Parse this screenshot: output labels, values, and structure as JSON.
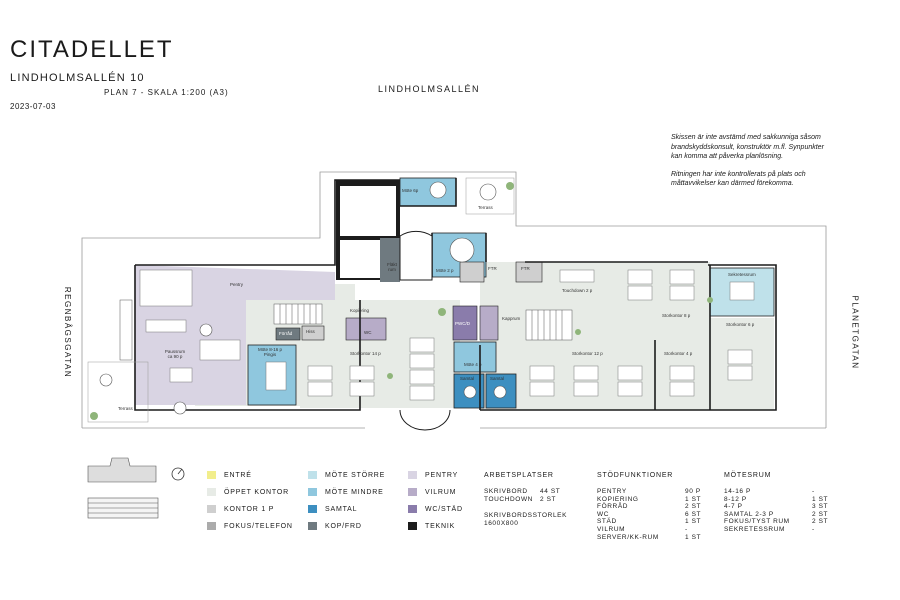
{
  "header": {
    "title": "CITADELLET",
    "subtitle": "LINDHOLMSALLÉN 10",
    "plan": "PLAN 7 - SKALA 1:200 (A3)",
    "date": "2023-07-03"
  },
  "streets": {
    "top": "LINDHOLMSALLÉN",
    "left": "REGNBÅGSGATAN",
    "right": "PLANETGATAN"
  },
  "note": {
    "p1": "Skissen är inte avstämd med sakkunniga såsom brandskyddskonsult, konstruktör m.fl. Synpunkter kan komma att påverka planlösning.",
    "p2": "Ritningen har inte kontrollerats på plats och måttavvikelser kan därmed förekomma."
  },
  "rooms": {
    "mote_top": "Möte 6p",
    "terrass_top": "Terrass",
    "fläkt": "Fläkt rum",
    "mote2": "Möte 2 p",
    "pentry": "Pentry",
    "touchdown": "Touchdown 2 p",
    "sekretess": "Sekretessrum",
    "storkontor8": "Storkontor 8 p",
    "storkontor12": "Storkontor 12 p",
    "storkontor4": "Storkontor 4 p",
    "storkontor6": "Storkontor 6 p",
    "storkontor14": "Storkontor 14 p",
    "paussrum": "Paussrum ca 90 p",
    "mote816": "Möte 8-16 p Pingis",
    "mote4": "Möte 4 p",
    "samtal1": "Samtal",
    "samtal2": "Samtal",
    "terrass_left": "Terrass",
    "kopiering": "Kopiering",
    "wc": "WC",
    "hiss": "Hiss",
    "forrad": "Förråd",
    "kapprum": "Kapprum",
    "ftr1": "FTR",
    "ftr2": "FTR",
    "pwc": "PWC/D"
  },
  "colors": {
    "entre": "#f2ee8c",
    "oppet_kontor": "#e7ebe6",
    "kontor_1p": "#cfcfcf",
    "fokus": "#ababab",
    "mote_storre": "#bfe1ea",
    "mote_mindre": "#8fc7de",
    "samtal": "#3d8fc0",
    "kop_frd": "#6f7a80",
    "pentry": "#d9d4e3",
    "vilrum": "#b7acc8",
    "wc_stad": "#8a7cab",
    "teknik": "#1c1c1c"
  },
  "legend": {
    "col1": [
      {
        "label": "ENTRÉ",
        "color": "#f2ee8c"
      },
      {
        "label": "ÖPPET KONTOR",
        "color": "#e7ebe6"
      },
      {
        "label": "KONTOR 1 P",
        "color": "#cfcfcf"
      },
      {
        "label": "FOKUS/TELEFON",
        "color": "#ababab"
      }
    ],
    "col2": [
      {
        "label": "MÖTE STÖRRE",
        "color": "#bfe1ea"
      },
      {
        "label": "MÖTE MINDRE",
        "color": "#8fc7de"
      },
      {
        "label": "SAMTAL",
        "color": "#3d8fc0"
      },
      {
        "label": "KOP/FRD",
        "color": "#6f7a80"
      }
    ],
    "col3": [
      {
        "label": "PENTRY",
        "color": "#d9d4e3"
      },
      {
        "label": "VILRUM",
        "color": "#b7acc8"
      },
      {
        "label": "WC/STÄD",
        "color": "#8a7cab"
      },
      {
        "label": "TEKNIK",
        "color": "#1c1c1c"
      }
    ]
  },
  "arbetsplatser": {
    "title": "ARBETSPLATSER",
    "rows": [
      {
        "k": "SKRIVBORD",
        "v": "44 ST"
      },
      {
        "k": "TOUCHDOWN",
        "v": "2 ST"
      }
    ],
    "size_label": "SKRIVBORDSSTORLEK",
    "size_value": "1600X800"
  },
  "stodfunktioner": {
    "title": "STÖDFUNKTIONER",
    "rows": [
      {
        "k": "PENTRY",
        "v": "90 P"
      },
      {
        "k": "KOPIERING",
        "v": "1 ST"
      },
      {
        "k": "FÖRRÅD",
        "v": "2 ST"
      },
      {
        "k": "WC",
        "v": "6 ST"
      },
      {
        "k": "STÄD",
        "v": "1 ST"
      },
      {
        "k": "VILRUM",
        "v": "-"
      },
      {
        "k": "SERVER/KK-RUM",
        "v": "1 ST"
      }
    ]
  },
  "motesrum": {
    "title": "MÖTESRUM",
    "rows": [
      {
        "k": "14-16 P",
        "v": "-"
      },
      {
        "k": "8-12 P",
        "v": "1 ST"
      },
      {
        "k": "4-7 P",
        "v": "3 ST"
      },
      {
        "k": "SAMTAL 2-3 P",
        "v": "2 ST"
      },
      {
        "k": "FOKUS/TYST RUM",
        "v": "2 ST"
      },
      {
        "k": "SEKRETESSRUM",
        "v": "-"
      }
    ]
  }
}
